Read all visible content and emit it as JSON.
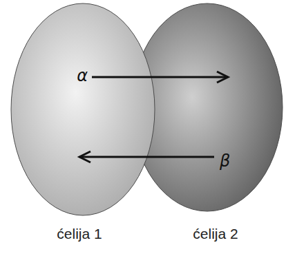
{
  "diagram": {
    "nodes": [
      {
        "text": [
          "ćelija 1"
        ]
      },
      {
        "text": [
          "ćelija 2"
        ]
      }
    ],
    "edges": [
      {
        "from": 0,
        "to": 1,
        "label": "α",
        "arrow": "to"
      },
      {
        "from": 1,
        "to": 0,
        "label": "β",
        "arrow": "to"
      }
    ]
  }
}
